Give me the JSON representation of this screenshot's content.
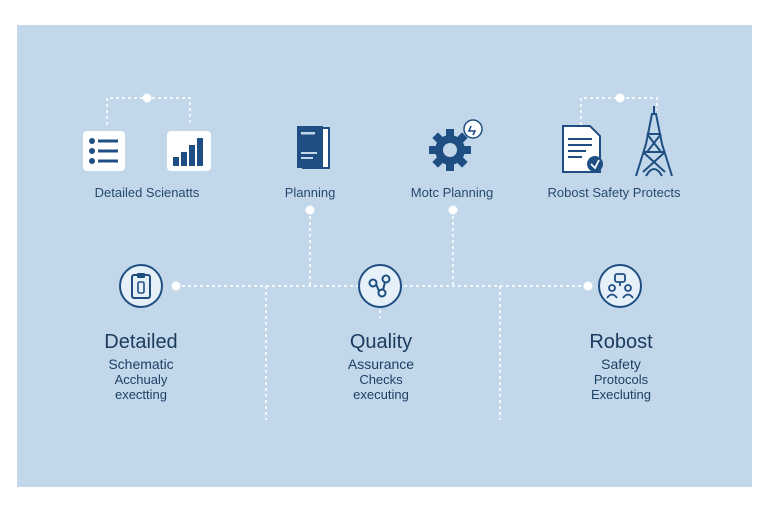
{
  "top_row": {
    "group1_label": "Detailed Scienatts",
    "group2_label": "Planning",
    "group3_label": "Motc Planning",
    "group4_label": "Robost Safety Protects"
  },
  "bottom_row": {
    "left": {
      "line1": "Detailed",
      "line2": "Schematic",
      "line3": "Acchualy",
      "line4": "exectting"
    },
    "center": {
      "line1": "Quality",
      "line2": "Assurance",
      "line3": "Checks",
      "line4": "executing"
    },
    "right": {
      "line1": "Robost",
      "line2": "Safety",
      "line3": "Protocols",
      "line4": "Execluting"
    }
  },
  "icons": {
    "checklist": "checklist-icon",
    "bar_chart": "bar-chart-icon",
    "documents": "documents-icon",
    "gear": "gear-icon",
    "report": "report-icon",
    "tower": "tower-icon",
    "clipboard": "clipboard-icon",
    "network": "network-icon",
    "team": "team-icon"
  },
  "colors": {
    "panel": "#c2d8ea",
    "connector": "#ffffff",
    "icon_primary": "#1f4f82",
    "text": "#27496d"
  }
}
